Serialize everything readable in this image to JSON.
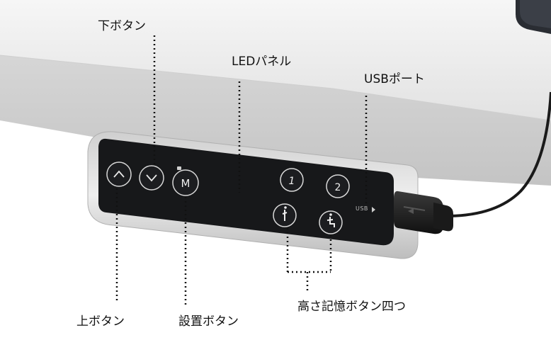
{
  "labels": {
    "down_button": "下ボタン",
    "led_panel": "LEDパネル",
    "usb_port": "USBポート",
    "up_button": "上ボタン",
    "set_button": "設置ボタン",
    "memory_buttons": "高さ記憶ボタン四つ"
  },
  "panel": {
    "usb_text": "USB",
    "memory_keys": [
      "1",
      "2"
    ],
    "m_key": "M"
  }
}
